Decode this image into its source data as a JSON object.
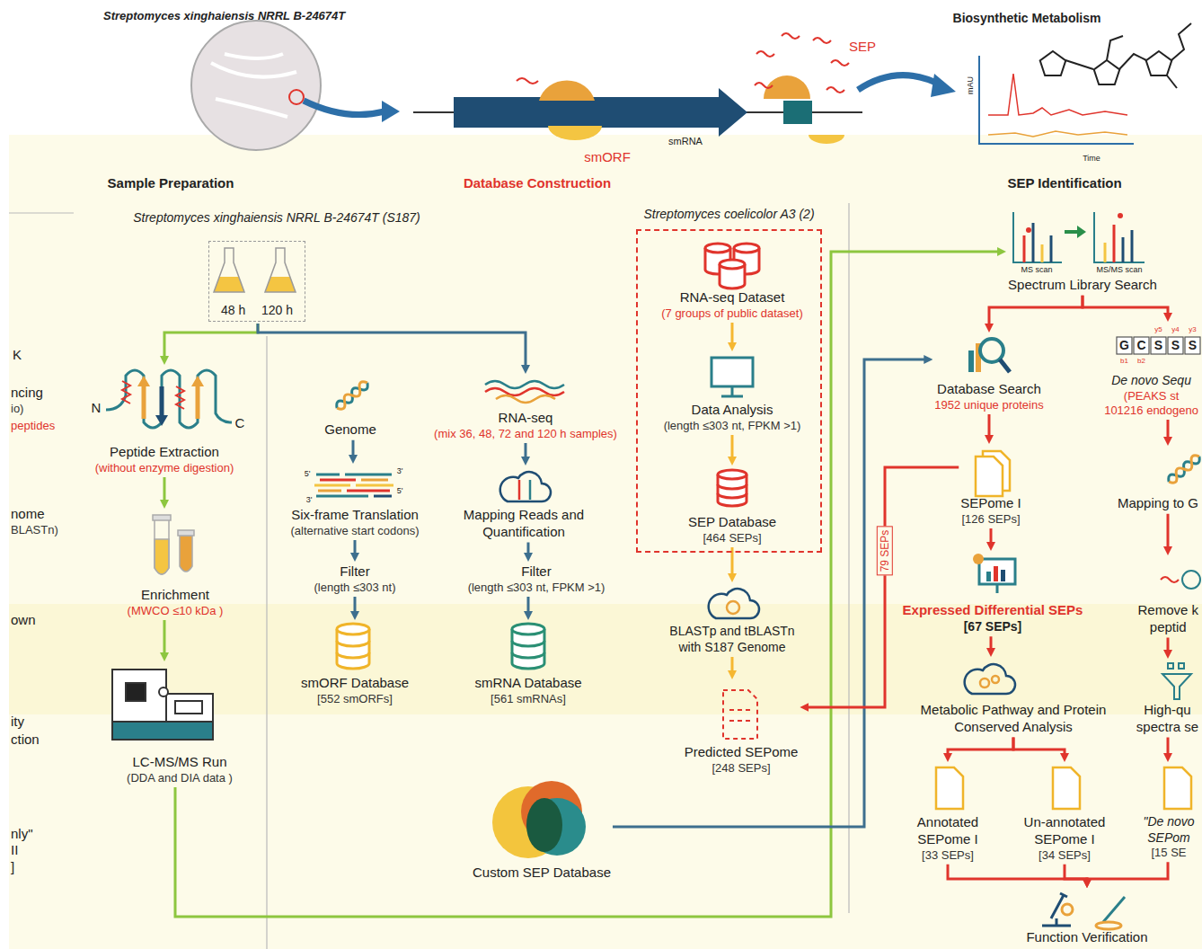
{
  "diagram": {
    "nodes": [
      {
        "text": [
          "48 h",
          "120 h"
        ]
      },
      {
        "text": [
          "Peptide Extraction",
          "(without enzyme digestion)"
        ]
      },
      {
        "text": [
          "Enrichment",
          "(MWCO ≤10 kDa )"
        ]
      },
      {
        "text": [
          "LC-MS/MS Run",
          "(DDA and DIA data )"
        ]
      },
      {
        "text": [
          "Genome"
        ]
      },
      {
        "text": [
          "Six-frame Translation",
          "(alternative start codons)"
        ]
      },
      {
        "text": [
          "Filter",
          "(length ≤303 nt)"
        ]
      },
      {
        "text": [
          "smORF Database",
          "[552 smORFs]"
        ]
      },
      {
        "text": [
          "RNA-seq",
          "(mix 36, 48, 72 and 120 h samples)"
        ]
      },
      {
        "text": [
          "Mapping Reads and Quantification"
        ]
      },
      {
        "text": [
          "Filter",
          "(length ≤303 nt, FPKM >1)"
        ]
      },
      {
        "text": [
          "smRNA Database",
          "[561 smRNAs]"
        ]
      },
      {
        "text": [
          "Streptomyces coelicolor A3 (2)"
        ]
      },
      {
        "text": [
          "RNA-seq Dataset",
          "(7 groups of public dataset)"
        ],
        "in": 12
      },
      {
        "text": [
          "Data Analysis",
          "(length ≤303 nt, FPKM >1)"
        ],
        "in": 12
      },
      {
        "text": [
          "SEP Database",
          "[464 SEPs]"
        ],
        "in": 12
      },
      {
        "text": [
          "BLASTp and tBLASTn with S187 Genome"
        ]
      },
      {
        "text": [
          "Predicted SEPome",
          "[248 SEPs]"
        ]
      },
      {
        "text": [
          "Custom SEP Database"
        ]
      },
      {
        "text": [
          "Spectrum Library Search"
        ]
      },
      {
        "text": [
          "Database Search",
          "1952 unique proteins"
        ]
      },
      {
        "text": [
          "De novo Sequ",
          "(PEAKS st",
          "101216 endogeno"
        ]
      },
      {
        "text": [
          "SEPome I",
          "[126 SEPs]"
        ]
      },
      {
        "text": [
          "Mapping to G"
        ]
      },
      {
        "text": [
          "Expressed Differential SEPs",
          "[67 SEPs]"
        ]
      },
      {
        "text": [
          "Remove k",
          "peptid"
        ]
      },
      {
        "text": [
          "Metabolic Pathway and Protein Conserved Analysis"
        ]
      },
      {
        "text": [
          "High-qu",
          "spectra se"
        ]
      },
      {
        "text": [
          "Annotated SEPome I",
          "[33 SEPs]"
        ]
      },
      {
        "text": [
          "Un-annotated SEPome I",
          "[34 SEPs]"
        ]
      },
      {
        "text": [
          "\"De novo SEPom",
          "[15 SE"
        ]
      },
      {
        "text": [
          "Function Verification"
        ]
      }
    ],
    "edges": [
      {
        "from": 0,
        "to": 1,
        "arrow": "to"
      },
      {
        "from": 0,
        "to": 8,
        "arrow": "to"
      },
      {
        "from": 1,
        "to": 2,
        "arrow": "to"
      },
      {
        "from": 2,
        "to": 3,
        "arrow": "to"
      },
      {
        "from": 4,
        "to": 5,
        "arrow": "to"
      },
      {
        "from": 5,
        "to": 6,
        "arrow": "to"
      },
      {
        "from": 6,
        "to": 7,
        "arrow": "to"
      },
      {
        "from": 8,
        "to": 9,
        "arrow": "to"
      },
      {
        "from": 9,
        "to": 10,
        "arrow": "to"
      },
      {
        "from": 10,
        "to": 11,
        "arrow": "to"
      },
      {
        "from": 13,
        "to": 14,
        "arrow": "to"
      },
      {
        "from": 14,
        "to": 15,
        "arrow": "to"
      },
      {
        "from": 15,
        "to": 16,
        "arrow": "to"
      },
      {
        "from": 16,
        "to": 17,
        "arrow": "to"
      },
      {
        "from": 3,
        "to": 19,
        "arrow": "to"
      },
      {
        "from": 18,
        "to": 20,
        "arrow": "to"
      },
      {
        "from": 19,
        "to": 20,
        "arrow": "to"
      },
      {
        "from": 19,
        "to": 21,
        "arrow": "to"
      },
      {
        "from": 20,
        "to": 22,
        "arrow": "to"
      },
      {
        "from": 21,
        "to": 23,
        "arrow": "to"
      },
      {
        "from": 22,
        "to": 24,
        "arrow": "to"
      },
      {
        "from": 23,
        "to": 25,
        "arrow": "to"
      },
      {
        "from": 24,
        "to": 26,
        "arrow": "to"
      },
      {
        "from": 25,
        "to": 27,
        "arrow": "to"
      },
      {
        "from": 26,
        "to": 28,
        "arrow": "to"
      },
      {
        "from": 26,
        "to": 29,
        "arrow": "to"
      },
      {
        "from": 27,
        "to": 30,
        "arrow": "to"
      },
      {
        "from": 28,
        "to": 31,
        "arrow": "to"
      },
      {
        "from": 29,
        "to": 31,
        "arrow": "to"
      },
      {
        "from": 30,
        "to": 31,
        "arrow": "to"
      },
      {
        "from": 22,
        "to": 17,
        "label": "79 SEPs",
        "arrow": "to"
      }
    ],
    "labels": [
      "Streptomyces xinghaiensis NRRL B-24674T",
      "Biosynthetic Metabolism",
      "SEP",
      "smRNA",
      "smORF",
      "mAU",
      "Time",
      "Sample Preparation",
      "Database Construction",
      "SEP Identification",
      "Streptomyces xinghaiensis NRRL B-24674T (S187)",
      "N",
      "C",
      "5'",
      "3'",
      "5'",
      "3'",
      "MS scan",
      "MS/MS scan",
      "G",
      "C",
      "S",
      "S",
      "S",
      "y5",
      "y4",
      "y3",
      "b1",
      "b2",
      "K",
      "ncing",
      "io)",
      "peptides",
      "nome",
      "BLASTn)",
      "own",
      "ity",
      "ction",
      "nly\"",
      "II",
      "]"
    ]
  }
}
